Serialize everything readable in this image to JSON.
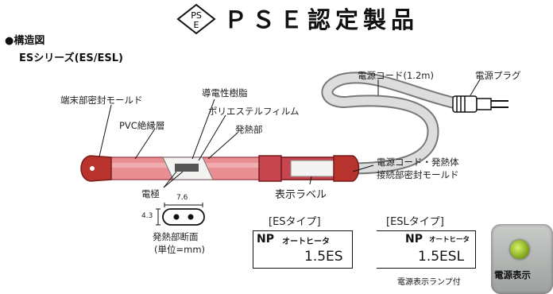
{
  "pse_mark": {
    "top": "PS",
    "bottom": "E"
  },
  "title": "ＰＳＥ認定製品",
  "structure_heading": "●構造図",
  "series_heading": "ESシリーズ(ES/ESL)",
  "labels": {
    "end_mold": "端末部密封モールド",
    "pvc_insulation": "PVC絶縁層",
    "conductive_resin": "導電性樹脂",
    "polyester_film": "ポリエステルフィルム",
    "heating_part": "発熱部",
    "electrode": "電極",
    "display_label": "表示ラベル",
    "power_cord": "電源コード(1.2m)",
    "power_plug": "電源プラグ",
    "joint_mold_line1": "電源コード・発熱体",
    "joint_mold_line2": "接続部密封モールド",
    "cross_section_line1": "発熱部断面",
    "cross_section_line2": "(単位=mm)",
    "dim_width": "7.6",
    "dim_height": "4.3"
  },
  "types": {
    "es_heading": "[ESタイプ]",
    "esl_heading": "[ESLタイプ]",
    "np_logo": "NP",
    "np_product": "オートヒータ",
    "es_model": "1.5ES",
    "esl_model": "1.5ESL",
    "esl_note": "電源表示ランプ付"
  },
  "lamp": {
    "label": "電源表示"
  },
  "colors": {
    "heater_pink": "#e98f94",
    "heater_dark": "#c8464f",
    "mold_red": "#b8322e",
    "cord_gray": "#d9dadb"
  }
}
